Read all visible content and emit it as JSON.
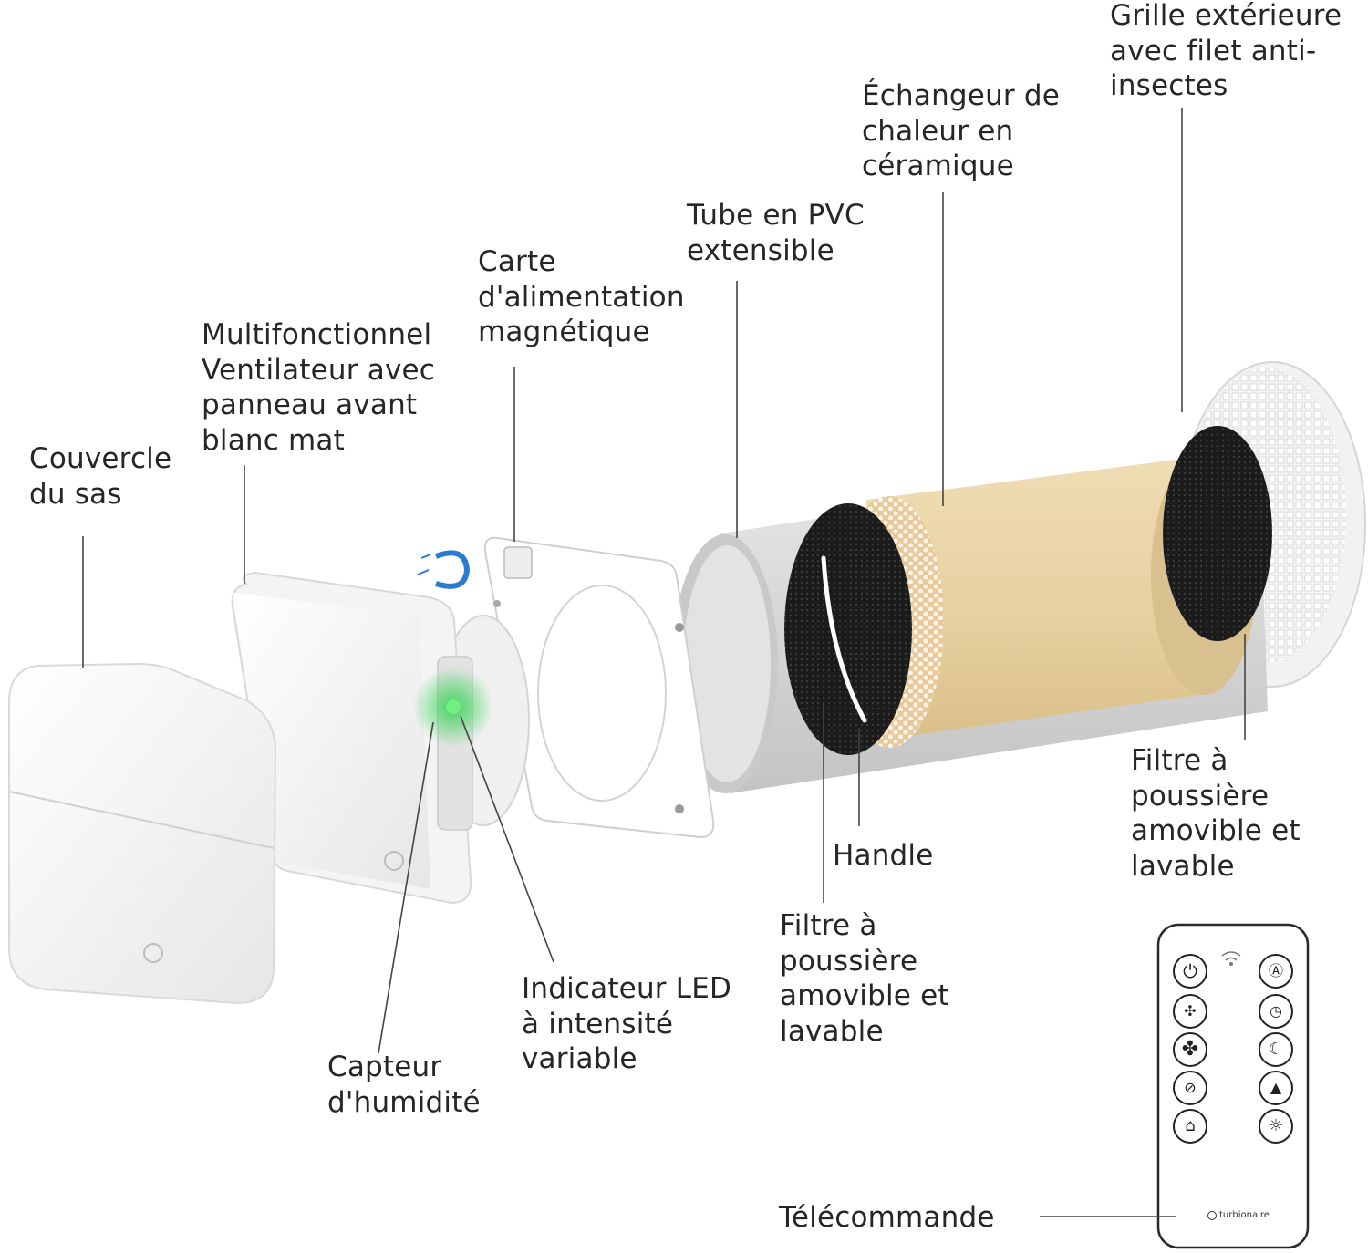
{
  "labels": {
    "grille": "Grille extérieure\navec filet anti-\ninsectes",
    "echangeur": "Échangeur de\nchaleur en\ncéramique",
    "tube": "Tube en PVC\nextensible",
    "carte": "Carte\nd'alimentation\nmagnétique",
    "ventilateur": "Multifonctionnel\nVentilateur avec\npanneau avant\nblanc mat",
    "couvercle": "Couvercle\ndu sas",
    "filtre_droite": "Filtre à\npoussière\namovible et\nlavable",
    "handle": "Handle",
    "filtre_bas": "Filtre à\npoussière\namovible et\nlavable",
    "led": "Indicateur LED\nà intensité\nvariable",
    "capteur": "Capteur\nd'humidité",
    "telecommande": "Télécommande"
  },
  "brand": "turbionaire",
  "colors": {
    "led_green": "#3fd35a",
    "ceramic": "#e8d3a6",
    "filter": "#1e1e1e",
    "line": "#444444"
  },
  "remote_buttons": {
    "left": [
      "power-icon",
      "fan-low-icon",
      "fan-high-icon",
      "fan-off-icon",
      "home-icon"
    ],
    "right": [
      "auto-mode-icon",
      "timer-icon",
      "night-mode-icon",
      "alarm-icon",
      "light-icon"
    ]
  }
}
